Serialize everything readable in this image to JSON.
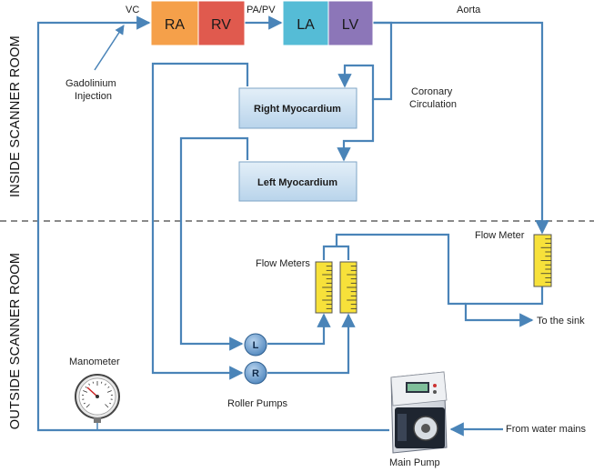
{
  "regions": {
    "inside": "INSIDE SCANNER ROOM",
    "outside": "OUTSIDE SCANNER ROOM"
  },
  "chambers": [
    {
      "label": "RA",
      "color": "#f5a04a"
    },
    {
      "label": "RV",
      "color": "#e05a4e"
    },
    {
      "label": "LA",
      "color": "#55bcd6"
    },
    {
      "label": "LV",
      "color": "#8c76b8"
    }
  ],
  "myocardium": {
    "right": "Right Myocardium",
    "left": "Left Myocardium"
  },
  "labels": {
    "vc": "VC",
    "pa_pv": "PA/PV",
    "aorta": "Aorta",
    "gadolinium_1": "Gadolinium",
    "gadolinium_2": "Injection",
    "coronary_1": "Coronary",
    "coronary_2": "Circulation",
    "flow_meter": "Flow Meter",
    "flow_meters": "Flow Meters",
    "to_sink": "To the sink",
    "manometer": "Manometer",
    "roller_pumps": "Roller Pumps",
    "from_water_mains": "From water mains",
    "main_pump": "Main Pump"
  },
  "pumps": {
    "left": "L",
    "right": "R"
  },
  "colors": {
    "pipe": "#4a84b8",
    "meter_fill": "#f7e13a",
    "myocardium_fill": "#cfe3f3"
  }
}
